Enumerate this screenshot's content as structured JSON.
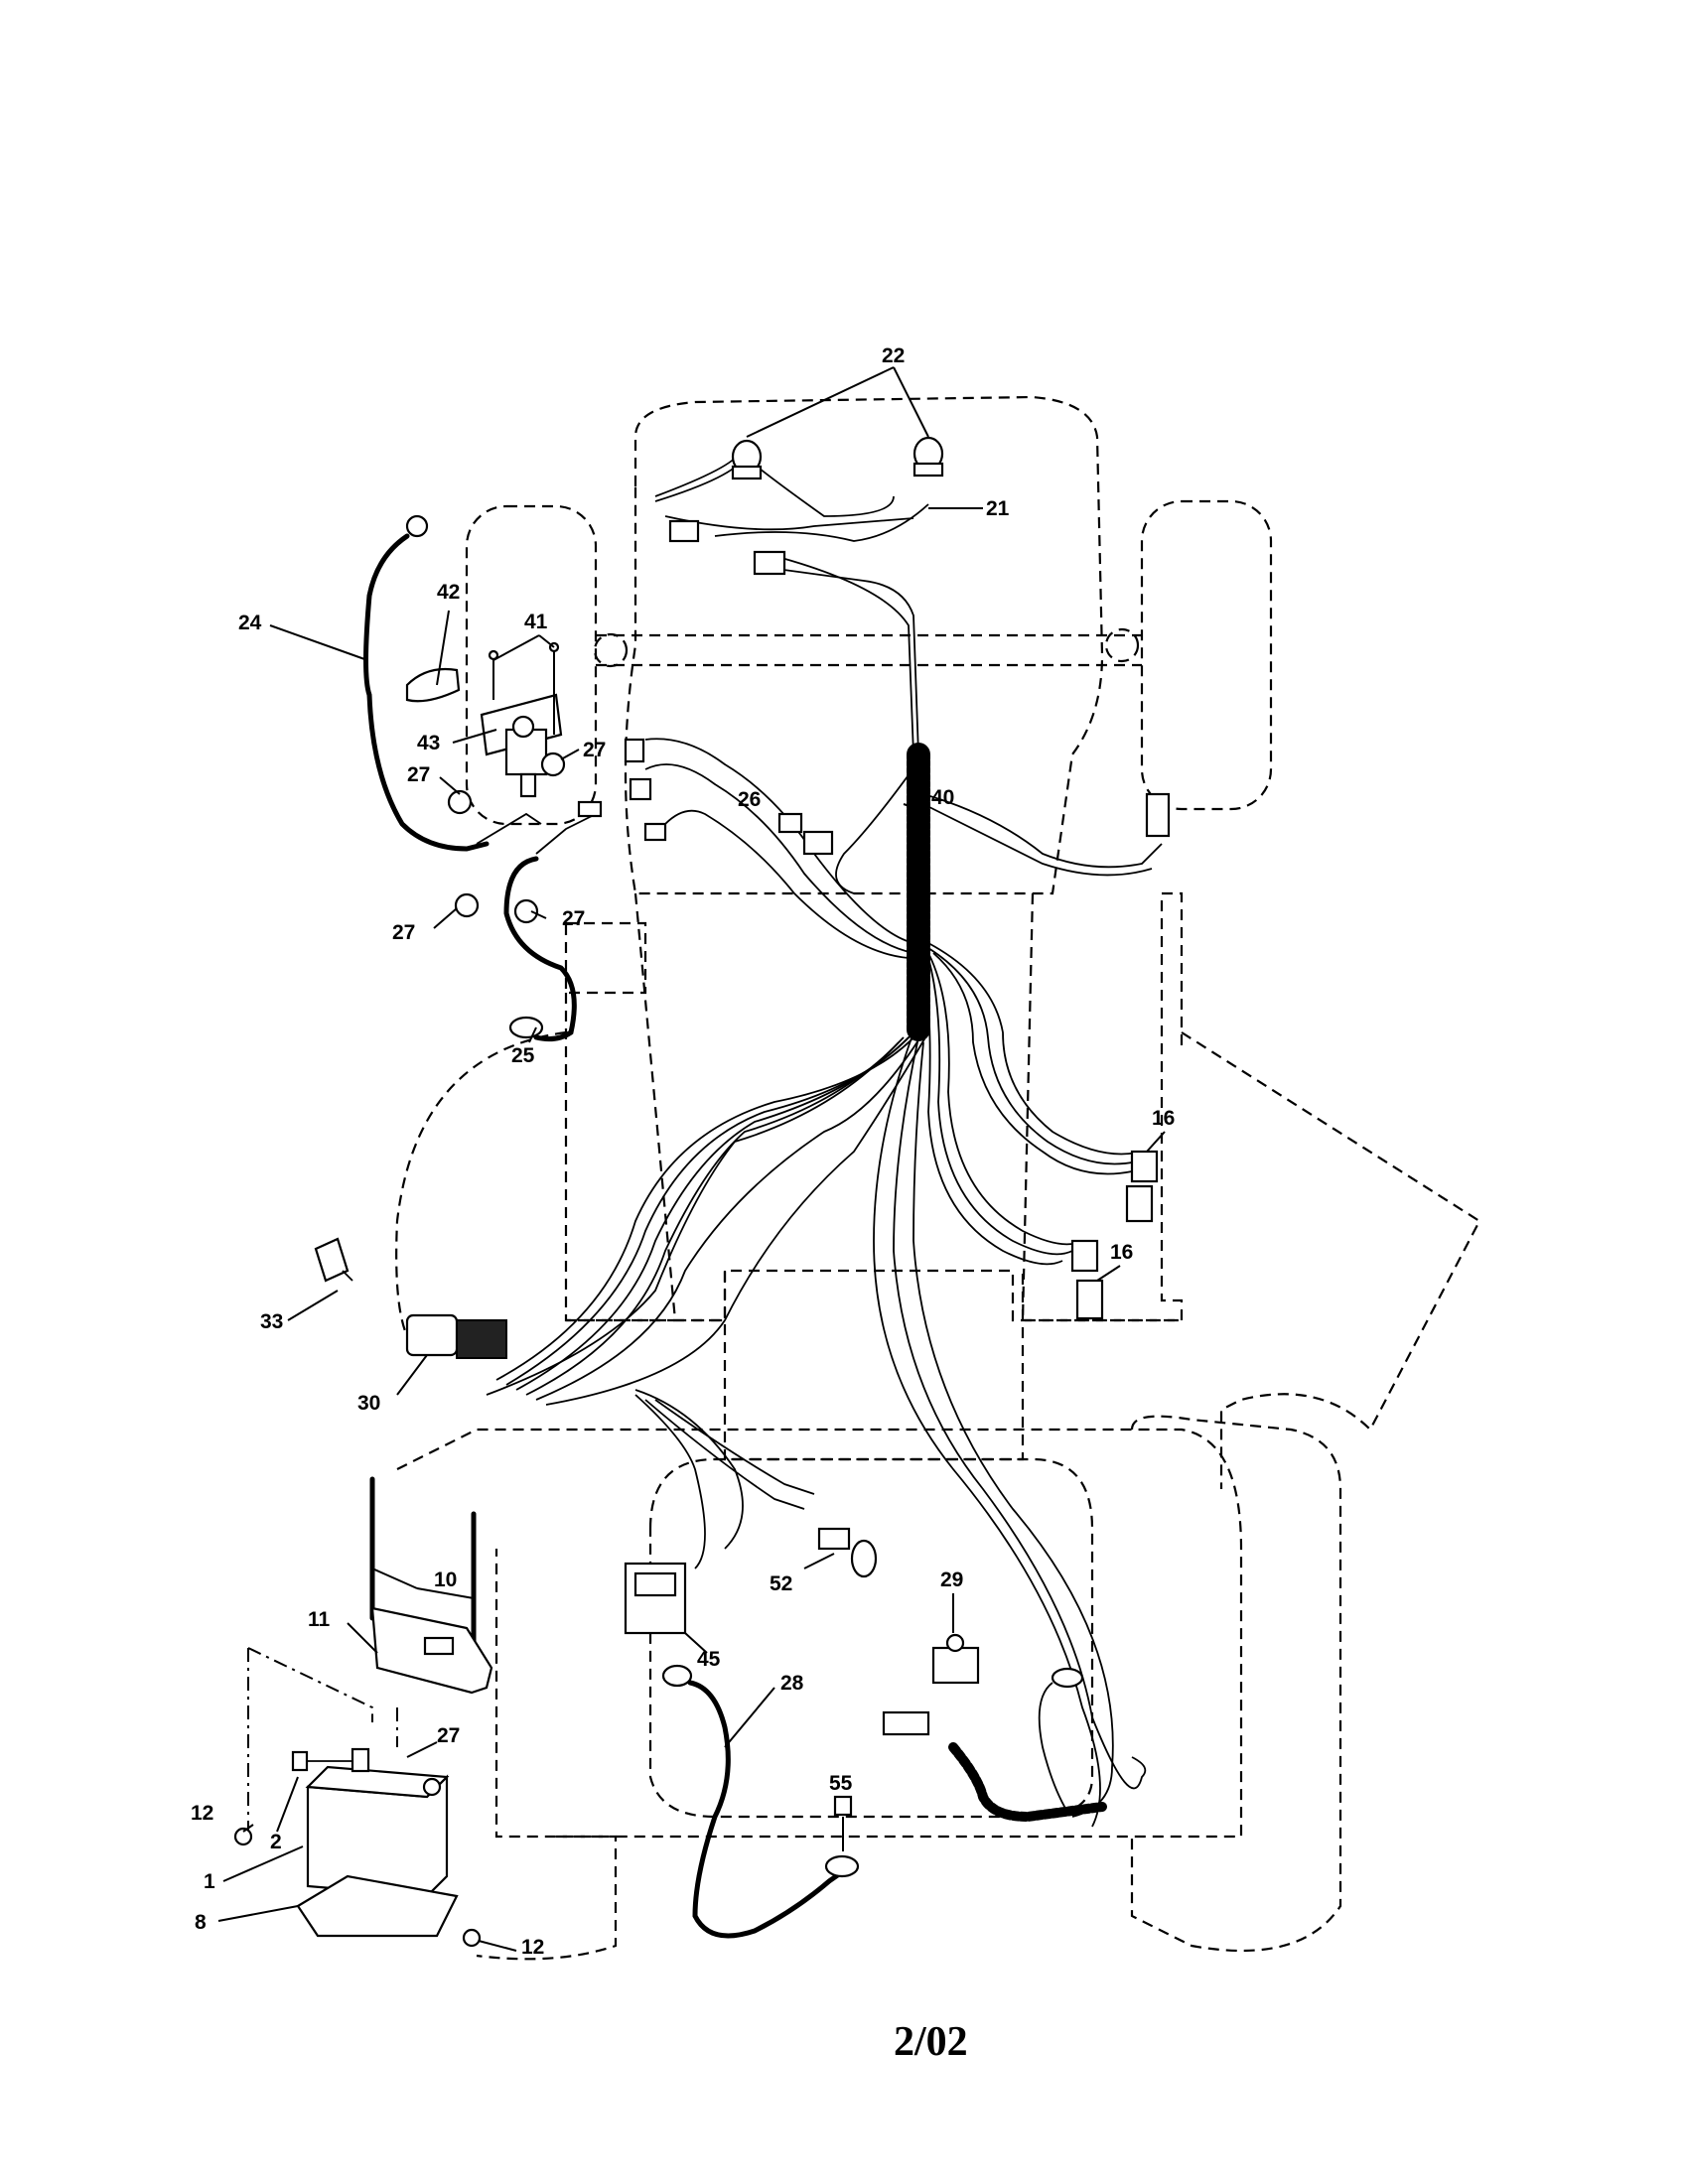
{
  "callouts": {
    "c22": "22",
    "c21": "21",
    "c24": "24",
    "c42": "42",
    "c41": "41",
    "c43": "43",
    "c27a": "27",
    "c27b": "27",
    "c27c": "27",
    "c27d": "27",
    "c27e": "27",
    "c26": "26",
    "c40": "40",
    "c25": "25",
    "c16a": "16",
    "c16b": "16",
    "c33": "33",
    "c30": "30",
    "c10": "10",
    "c11": "11",
    "c52": "52",
    "c45": "45",
    "c29": "29",
    "c28": "28",
    "c55": "55",
    "c12a": "12",
    "c12b": "12",
    "c2": "2",
    "c1": "1",
    "c8": "8"
  },
  "footer": {
    "date": "2/02"
  }
}
